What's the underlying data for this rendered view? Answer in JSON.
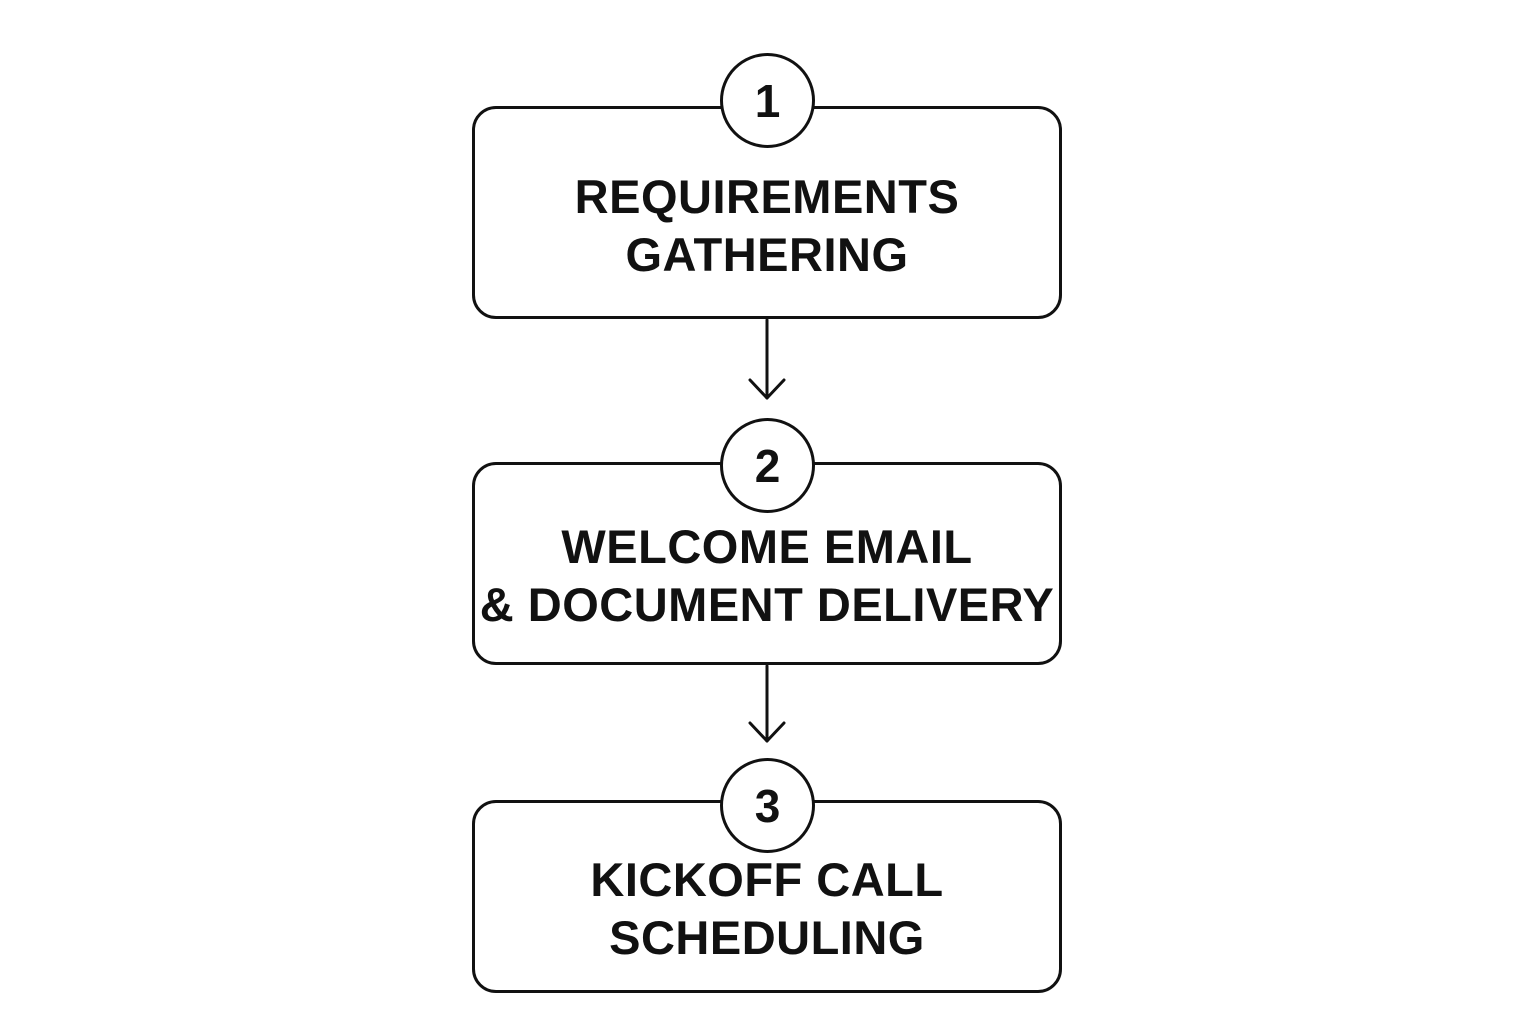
{
  "steps": [
    {
      "number": "1",
      "lines": [
        "REQUIREMENTS",
        "GATHERING"
      ]
    },
    {
      "number": "2",
      "lines": [
        "WELCOME EMAIL",
        "& DOCUMENT DELIVERY"
      ]
    },
    {
      "number": "3",
      "lines": [
        "KICKOFF CALL",
        "SCHEDULING"
      ]
    }
  ],
  "colors": {
    "stroke": "#111111",
    "background": "#ffffff"
  }
}
